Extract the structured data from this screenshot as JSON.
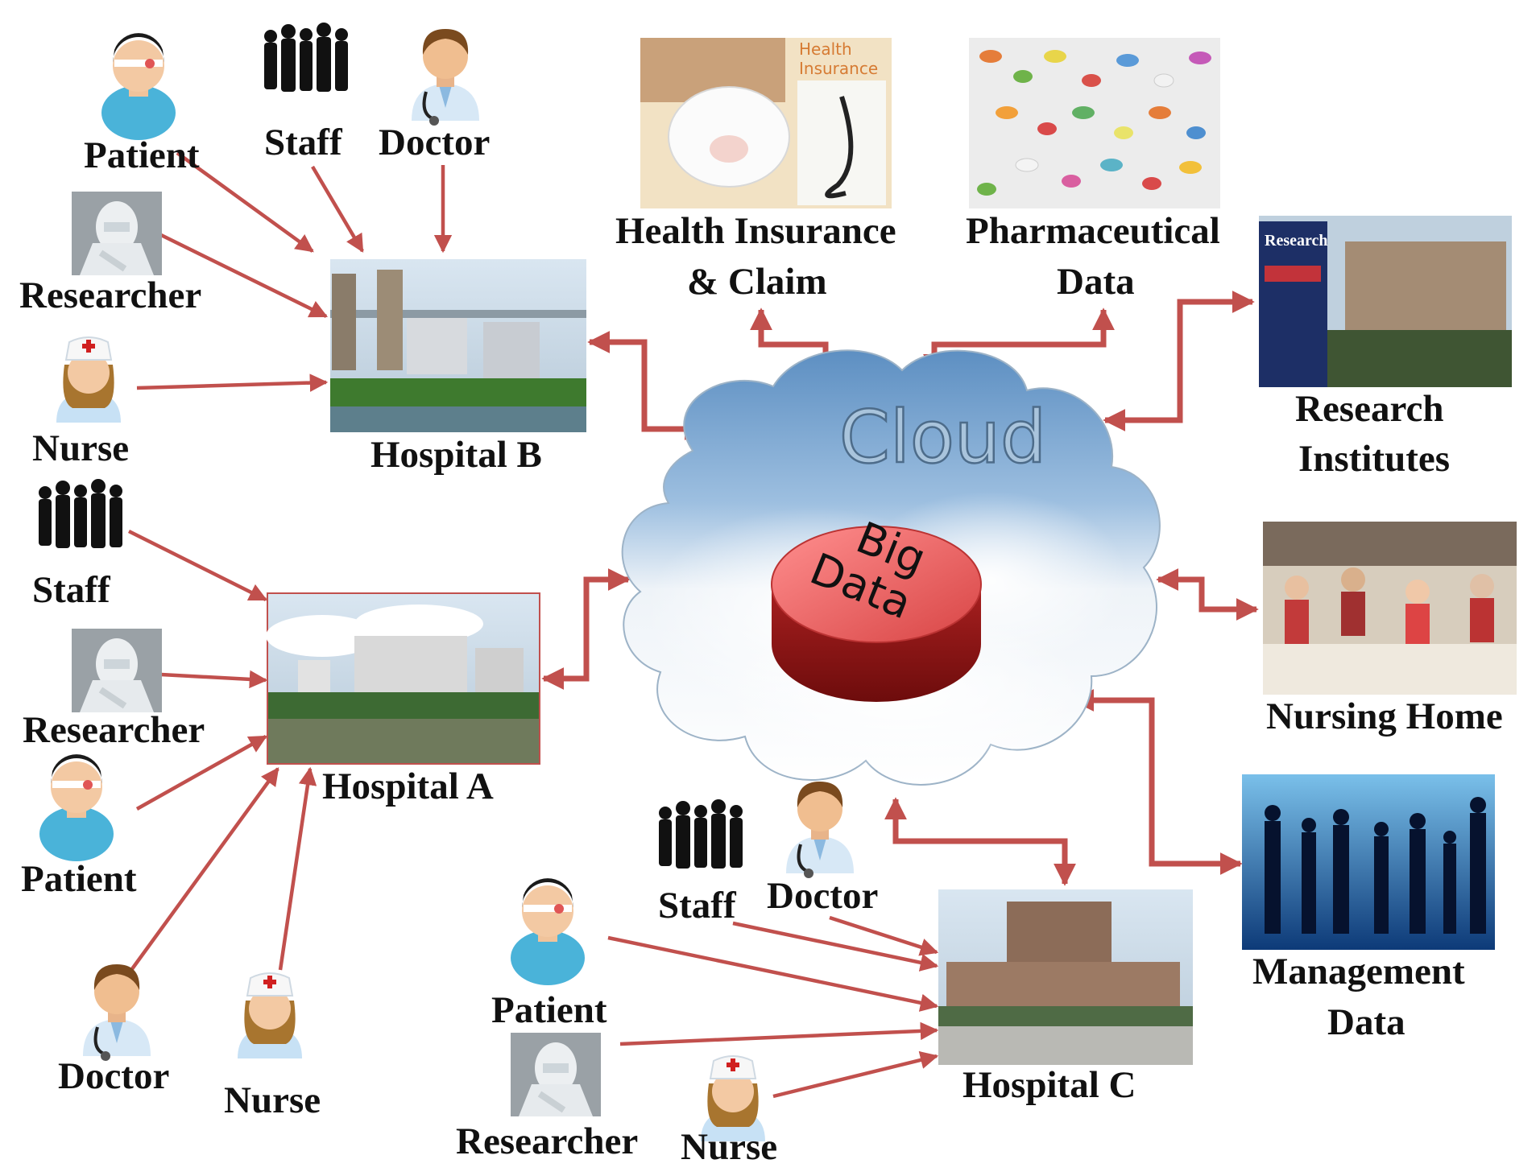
{
  "center": {
    "cloud_label": "Cloud",
    "big_data_line1": "Big",
    "big_data_line2": "Data"
  },
  "nodes": {
    "hospital_a": "Hospital A",
    "hospital_b": "Hospital B",
    "hospital_c": "Hospital C",
    "insurance_line1": "Health Insurance",
    "insurance_line2": "& Claim",
    "insurance_img_line1": "Health",
    "insurance_img_line2": "Insurance",
    "pharma_line1": "Pharmaceutical",
    "pharma_line2": "Data",
    "research_line1": "Research",
    "research_line2": "Institutes",
    "research_sign": "Research",
    "nursing": "Nursing Home",
    "management_line1": "Management",
    "management_line2": "Data"
  },
  "people": {
    "b_patient": "Patient",
    "b_staff": "Staff",
    "b_doctor": "Doctor",
    "b_researcher": "Researcher",
    "b_nurse": "Nurse",
    "a_staff": "Staff",
    "a_researcher": "Researcher",
    "a_patient": "Patient",
    "a_doctor": "Doctor",
    "a_nurse": "Nurse",
    "c_staff": "Staff",
    "c_doctor": "Doctor",
    "c_patient": "Patient",
    "c_researcher": "Researcher",
    "c_nurse": "Nurse"
  },
  "colors": {
    "arrow": "#c1504d",
    "big_data_disc": "#e05555",
    "cloud_sky": "#6f9cc8"
  }
}
